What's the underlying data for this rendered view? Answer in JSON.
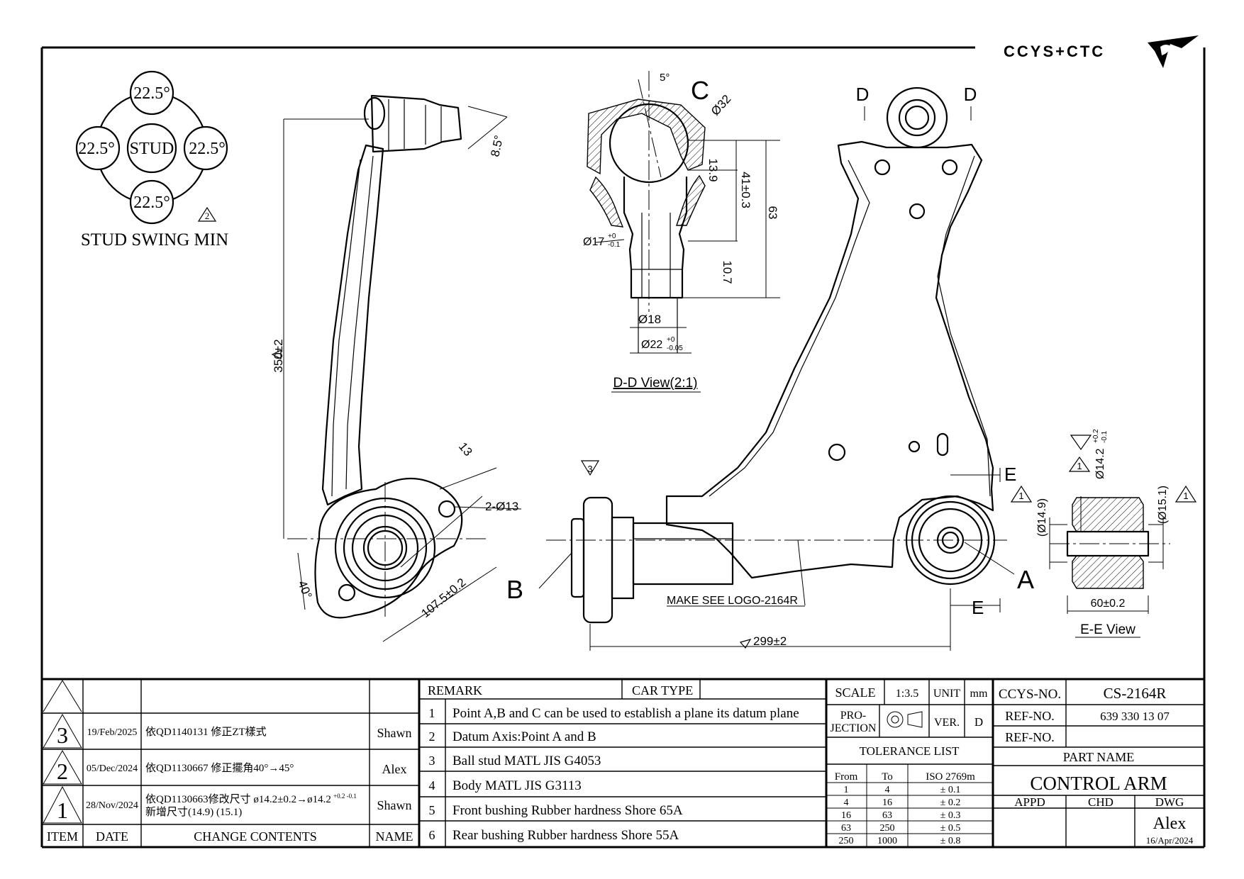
{
  "header": {
    "logo_text": "CCYS+CTC"
  },
  "swing": {
    "top": "22.5°",
    "left": "22.5°",
    "right": "22.5°",
    "bottom": "22.5°",
    "center": "STUD",
    "title": "STUD SWING MIN",
    "rev_mark": "2"
  },
  "callouts": {
    "a": "A",
    "b": "B",
    "c": "C",
    "d_left": "D",
    "d_right": "D",
    "e_top": "E",
    "e_bottom": "E"
  },
  "dims": {
    "angle_stud": "8.5°",
    "length": "350±2",
    "hole_edge": "13",
    "holes": "2-Ø13",
    "angle_mount": "40°",
    "mount_dist": "107.5±0.2",
    "width": "299±2",
    "logo_note": "MAKE SEE LOGO-2164R",
    "angle_5": "5°",
    "ball_dia": "Ø32",
    "d_13_9": "13.9",
    "d_41": "41±0.3",
    "d_63": "63",
    "d_17": "Ø17",
    "d_17_tol_up": "+0",
    "d_17_tol_dn": "-0.1",
    "d_10_7": "10.7",
    "d_18": "Ø18",
    "d_22": "Ø22",
    "d_22_tol_up": "+0",
    "d_22_tol_dn": "-0.05",
    "view_dd": "D-D View(2:1)",
    "view_ee": "E-E View",
    "e_149": "(Ø14.9)",
    "e_142": "Ø14.2",
    "e_142_up": "+0.2",
    "e_142_dn": "-0.1",
    "e_151": "(Ø15.1)",
    "e_60": "60±0.2",
    "rev1": "1",
    "rev3": "3"
  },
  "revisions": {
    "header": {
      "item": "ITEM",
      "date": "DATE",
      "contents": "CHANGE CONTENTS",
      "name": "NAME"
    },
    "rows": [
      {
        "item": "3",
        "date": "19/Feb/2025",
        "contents": "依QD1140131 修正ZT樣式",
        "name": "Shawn"
      },
      {
        "item": "2",
        "date": "05/Dec/2024",
        "contents": "依QD1130667 修正擺角40°→45°",
        "name": "Alex"
      },
      {
        "item": "1",
        "date": "28/Nov/2024",
        "contents": "依QD1130663修改尺寸 ø14.2±0.2→ø14.2",
        "contents_tol": "+0.2 -0.1",
        "contents_line2": "新增尺寸(14.9) (15.1)",
        "name": "Shawn"
      }
    ]
  },
  "remarks": {
    "title": "REMARK",
    "car_type": "CAR TYPE",
    "items": [
      {
        "n": "1",
        "text": "Point A,B and C can be used to establish a plane its datum plane"
      },
      {
        "n": "2",
        "text": "Datum Axis:Point A and B"
      },
      {
        "n": "3",
        "text": "Ball stud MATL JIS G4053"
      },
      {
        "n": "4",
        "text": "Body MATL JIS G3113"
      },
      {
        "n": "5",
        "text": "Front bushing Rubber hardness Shore 65A"
      },
      {
        "n": "6",
        "text": "Rear bushing Rubber hardness Shore 55A"
      }
    ]
  },
  "title_block": {
    "scale_label": "SCALE",
    "scale": "1:3.5",
    "unit_label": "UNIT",
    "unit": "mm",
    "projection_label1": "PRO-",
    "projection_label2": "JECTION",
    "ver_label": "VER.",
    "ver": "D",
    "tolerance_title": "TOLERANCE LIST",
    "tol_header": {
      "from": "From",
      "to": "To",
      "std": "ISO 2769m"
    },
    "tolerances": [
      {
        "from": "1",
        "to": "4",
        "tol": "± 0.1"
      },
      {
        "from": "4",
        "to": "16",
        "tol": "± 0.2"
      },
      {
        "from": "16",
        "to": "63",
        "tol": "± 0.3"
      },
      {
        "from": "63",
        "to": "250",
        "tol": "± 0.5"
      },
      {
        "from": "250",
        "to": "1000",
        "tol": "± 0.8"
      }
    ],
    "ccys_label": "CCYS-NO.",
    "ccys_no": "CS-2164R",
    "ref_label": "REF-NO.",
    "ref_no": "639 330 13 07",
    "ref2_label": "REF-NO.",
    "ref2_no": "",
    "part_name_label": "PART NAME",
    "part_name": "CONTROL ARM",
    "appd": "APPD",
    "chd": "CHD",
    "dwg": "DWG",
    "drawer": "Alex",
    "date": "16/Apr/2024"
  }
}
